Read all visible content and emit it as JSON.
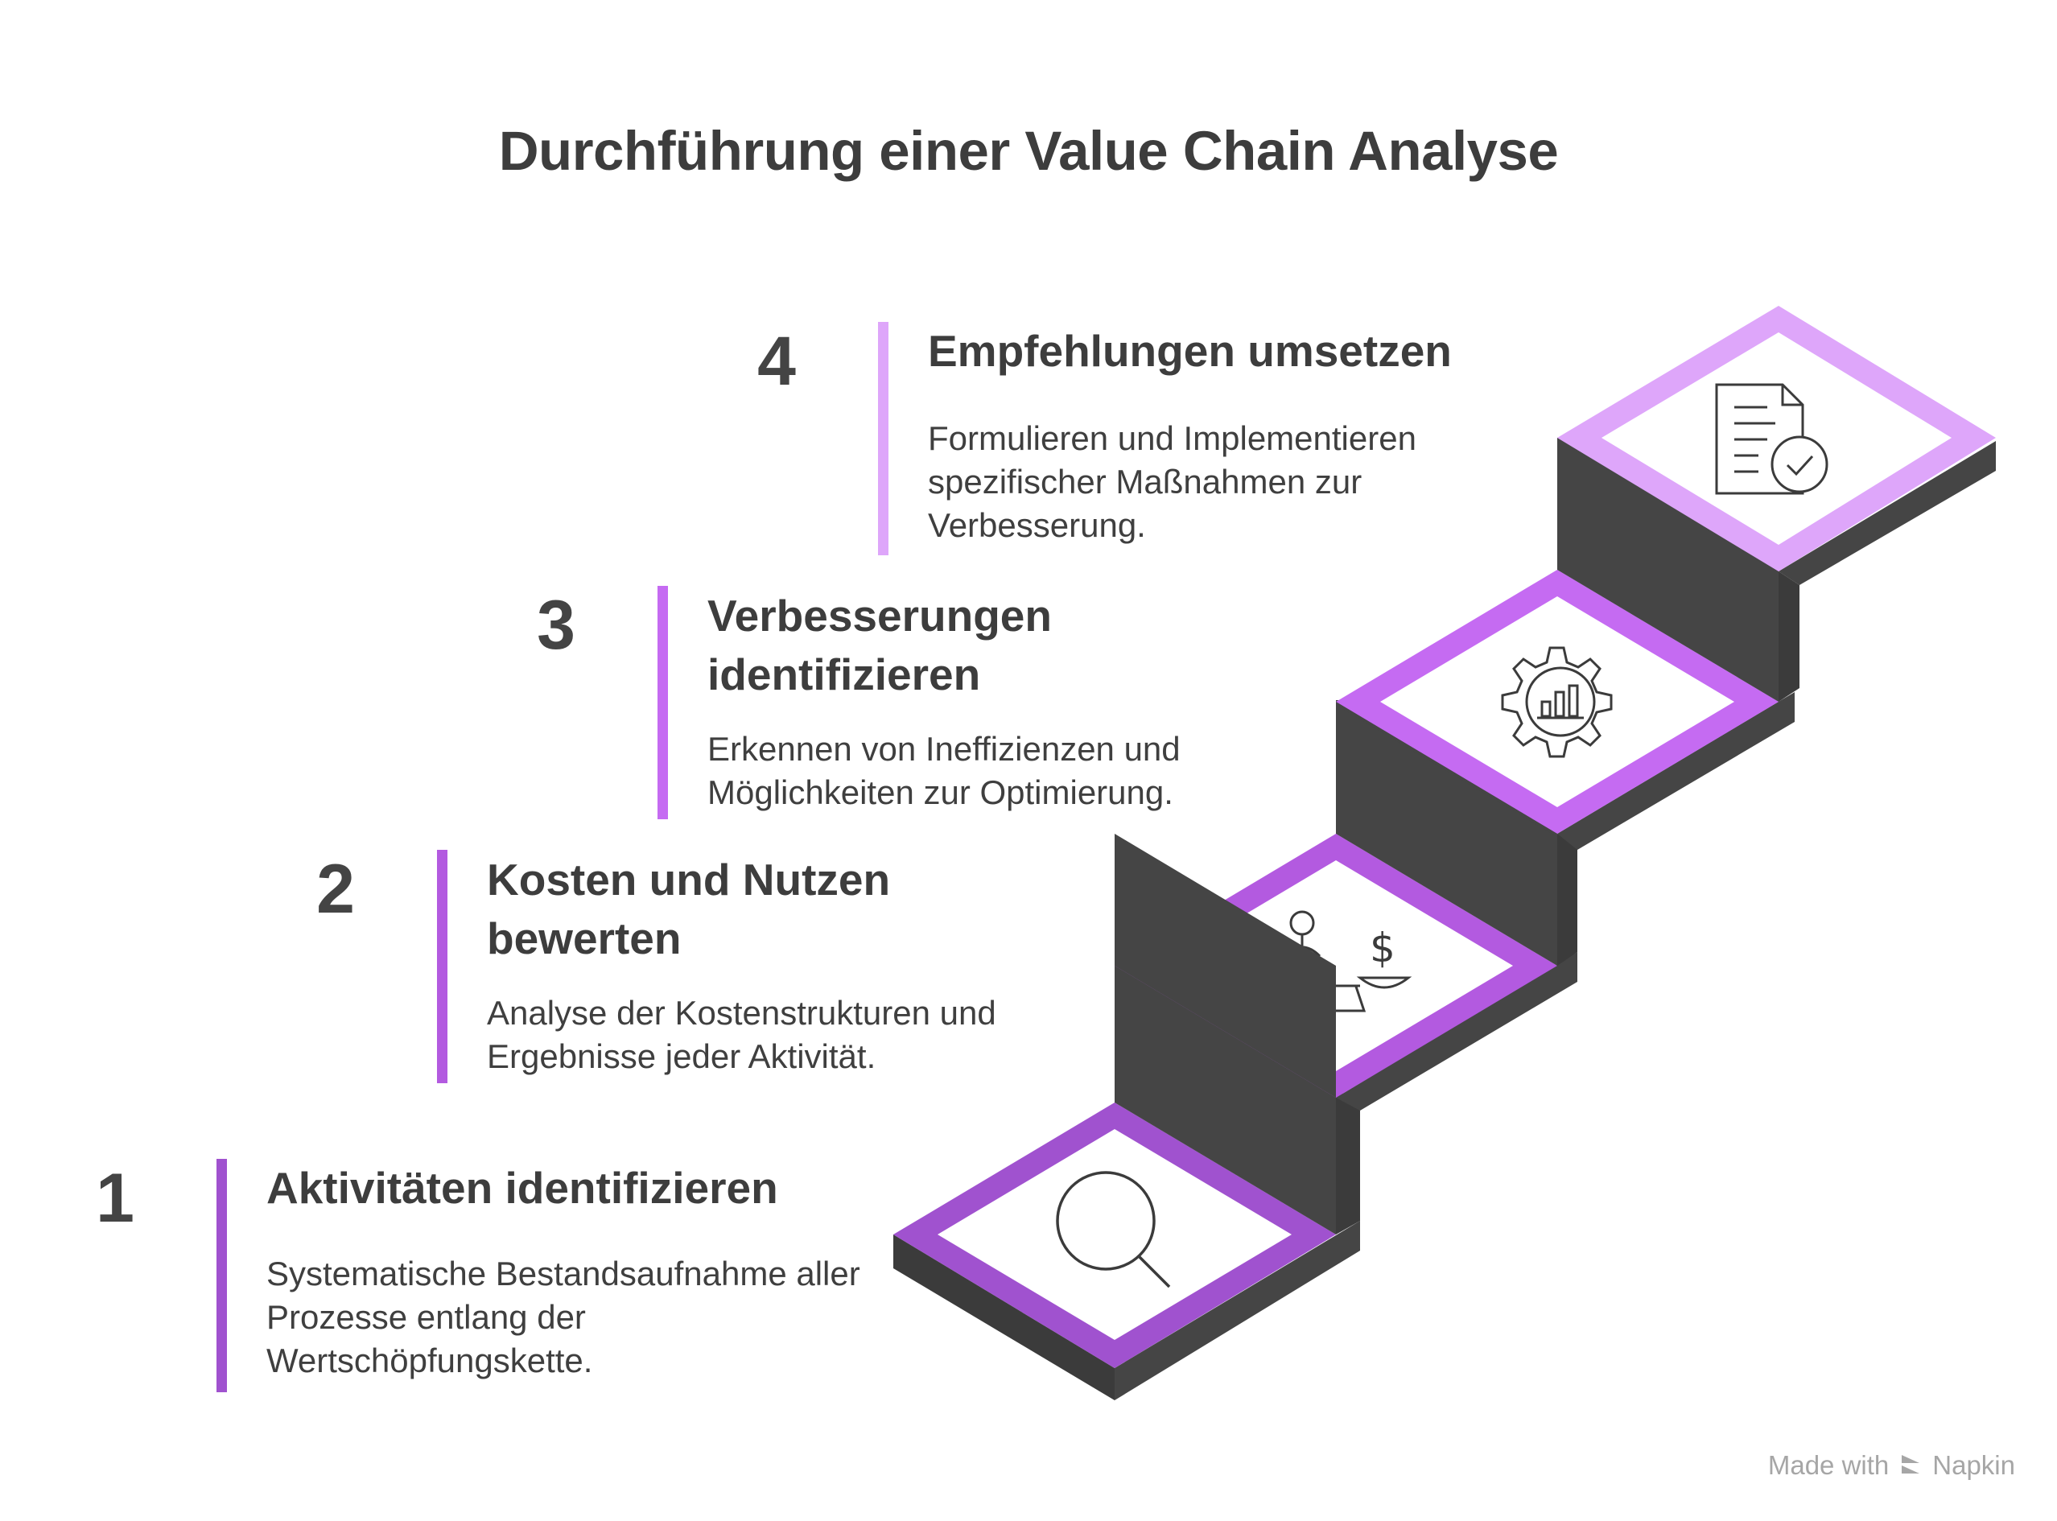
{
  "title": "Durchführung einer Value Chain Analyse",
  "steps": [
    {
      "number": "1",
      "heading": "Aktivitäten identifizieren",
      "description": "Systematische Bestandsaufnahme aller Prozesse entlang der Wertschöpfungskette.",
      "color": "#a052cf",
      "icon": "magnifier-icon"
    },
    {
      "number": "2",
      "heading": "Kosten und Nutzen bewerten",
      "description": "Analyse der Kostenstrukturen und Ergebnisse jeder Aktivität.",
      "color": "#b35ae0",
      "icon": "balance-scale-icon"
    },
    {
      "number": "3",
      "heading": "Verbesserungen identifizieren",
      "description": "Erkennen von Ineffizienzen und Möglichkeiten zur Optimierung.",
      "color": "#c56bf2",
      "icon": "gear-chart-icon"
    },
    {
      "number": "4",
      "heading": "Empfehlungen umsetzen",
      "description": "Formulieren und Implementieren spezifischer Maßnahmen zur Verbesserung.",
      "color": "#dea6fa",
      "icon": "document-check-icon"
    }
  ],
  "footer": {
    "made_with": "Made with",
    "brand": "Napkin"
  }
}
